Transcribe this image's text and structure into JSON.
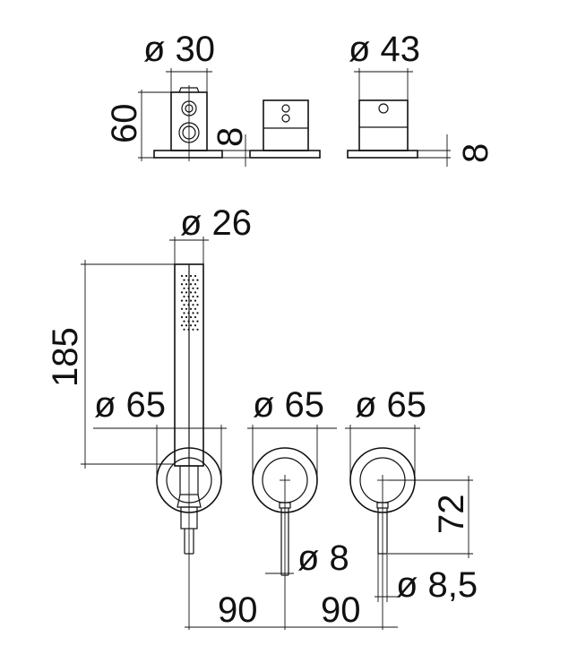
{
  "drawing": {
    "top_row": {
      "diverter_diameter": "ø 30",
      "diverter_height": "60",
      "diverter_plate": "8",
      "mixer_diameter": "ø 43",
      "mixer_plate": "8"
    },
    "hand_shower": {
      "diameter": "ø 26",
      "length": "185",
      "wall_outlet_diameter": "ø 65"
    },
    "spout": {
      "rosette_diameter": "ø 65",
      "spout_diameter": "ø 8",
      "centre_spacing": "90"
    },
    "mixer": {
      "rosette_diameter": "ø 65",
      "lever_diameter": "ø 8,5",
      "lever_offset": "72",
      "centre_spacing": "90"
    }
  }
}
